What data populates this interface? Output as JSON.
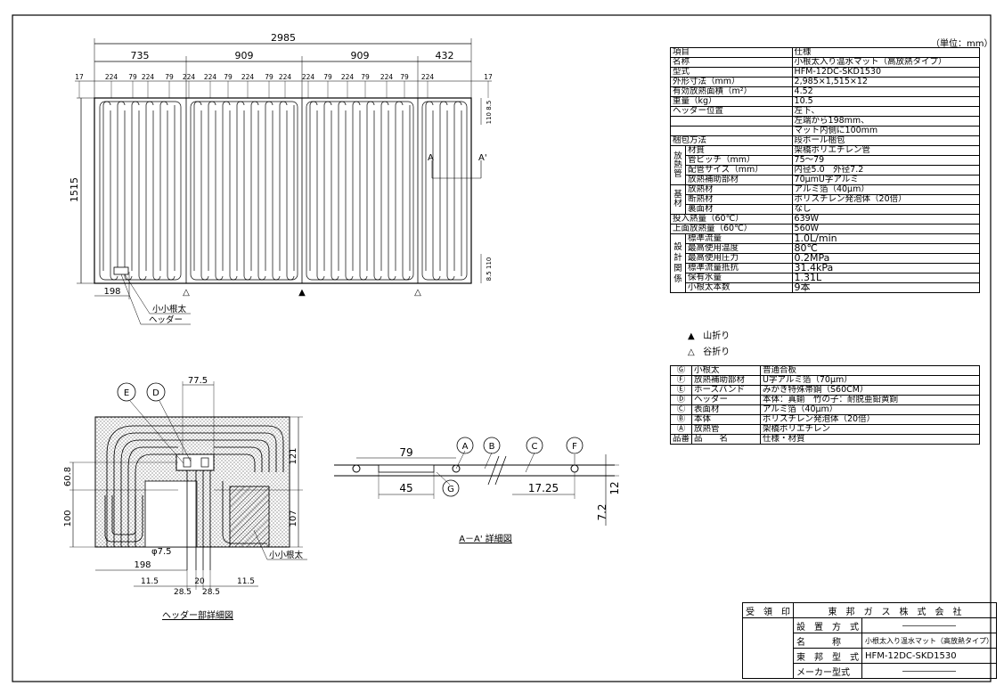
{
  "unit_label": "（単位：mm）",
  "plan": {
    "overall_width": "2985",
    "segments": [
      "735",
      "909",
      "909",
      "432"
    ],
    "pitch_labels": [
      "17",
      "224",
      "79",
      "224",
      "79",
      "224",
      "224",
      "79",
      "224",
      "79",
      "224",
      "224",
      "79",
      "224",
      "79",
      "224",
      "79",
      "224",
      "17"
    ],
    "height": "1515",
    "right_top": "110",
    "right_top2": "8.5",
    "right_bottom": "110",
    "right_bottom2": "8.5",
    "header_pos": "198",
    "section_A": "A",
    "section_A2": "A'",
    "callout_konetabuto": "小小根太",
    "callout_header": "ヘッダー"
  },
  "fold_legend": [
    {
      "mark": "▲",
      "label": "山折り"
    },
    {
      "mark": "△",
      "label": "谷折り"
    }
  ],
  "spec_table": {
    "header": [
      "項目",
      "仕様"
    ],
    "rows": [
      {
        "label": "名称",
        "value": "小根太入り温水マット（高放熱タイプ）"
      },
      {
        "label": "型式",
        "value": "HFM-12DC-SKD1530"
      },
      {
        "label": "外形寸法（mm）",
        "value": "2,985×1,515×12"
      },
      {
        "label": "有効放熱面積（m²）",
        "value": "4.52"
      },
      {
        "label": "重量（kg）",
        "value": "10.5"
      },
      {
        "label": "ヘッダー位置",
        "value": "左下、"
      },
      {
        "label": "",
        "value": "左端から198mm、"
      },
      {
        "label": "",
        "value": "マット内側に100mm"
      },
      {
        "label": "梱包方法",
        "value": "段ボール梱包"
      }
    ],
    "groups": [
      {
        "cat": "放熱管",
        "rows": [
          {
            "label": "材質",
            "value": "架橋ポリエチレン管"
          },
          {
            "label": "管ピッチ（mm）",
            "value": "75～79"
          },
          {
            "label": "配管サイズ（mm）",
            "value": "内径5.0　外径7.2"
          },
          {
            "label": "放熱補助部材",
            "value": "70μmU字アルミ"
          }
        ]
      },
      {
        "cat": "基材",
        "rows": [
          {
            "label": "放熱材",
            "value": "アルミ箔（40μm）"
          },
          {
            "label": "断熱材",
            "value": "ポリスチレン発泡体（20倍）"
          },
          {
            "label": "裏面材",
            "value": "なし"
          }
        ]
      }
    ],
    "heat_rows": [
      {
        "label": "投入熱量（60℃）",
        "value": "639W"
      },
      {
        "label": "上面放熱量（60℃）",
        "value": "560W"
      }
    ],
    "design": {
      "cat": "設計関係",
      "rows": [
        {
          "label": "標準流量",
          "value": "1.0L/min"
        },
        {
          "label": "最高使用温度",
          "value": "80℃"
        },
        {
          "label": "最高使用圧力",
          "value": "0.2MPa"
        },
        {
          "label": "標準流量抵抗",
          "value": "31.4kPa"
        },
        {
          "label": "保有水量",
          "value": "1.31L"
        },
        {
          "label": "小根太本数",
          "value": "9本"
        }
      ]
    }
  },
  "parts_table": {
    "rows": [
      {
        "mark": "Ⓖ",
        "name": "小根太",
        "spec": "普通合板"
      },
      {
        "mark": "Ⓕ",
        "name": "放熱補助部材",
        "spec": "U字アルミ箔（70μm）"
      },
      {
        "mark": "Ⓔ",
        "name": "ホースバンド",
        "spec": "みがき特殊帯鋼（S60CM）"
      },
      {
        "mark": "Ⓓ",
        "name": "ヘッダー",
        "spec": "本体：真鍮　竹の子：耐脱亜鉛黄銅"
      },
      {
        "mark": "Ⓒ",
        "name": "表面材",
        "spec": "アルミ箔（40μm）"
      },
      {
        "mark": "Ⓑ",
        "name": "本体",
        "spec": "ポリスチレン発泡体（20倍）"
      },
      {
        "mark": "Ⓐ",
        "name": "放熱管",
        "spec": "架橋ポリエチレン"
      }
    ],
    "footer": {
      "mark": "品番",
      "name": "品　　名",
      "spec": "仕様・材質"
    }
  },
  "header_detail": {
    "title": "ヘッダー部詳細図",
    "dim_top": "77.5",
    "label_E": "E",
    "label_D": "D",
    "dim_608": "60.8",
    "dim_100": "100",
    "dim_121": "121",
    "dim_107": "107",
    "dim_phi": "φ7.5",
    "dim_198": "198",
    "dim_115a": "11.5",
    "dim_285a": "28.5",
    "dim_20": "20",
    "dim_285b": "28.5",
    "dim_115b": "11.5",
    "callout": "小小根太"
  },
  "section_detail": {
    "title": "A－A' 詳細図",
    "dim_79": "79",
    "dim_45": "45",
    "dim_1725": "17.25",
    "dim_12": "12",
    "dim_72": "7.2",
    "labels": [
      "A",
      "B",
      "C",
      "F",
      "G"
    ]
  },
  "title_block": {
    "receipt": "受　領　印",
    "company": "東　邦　ガ　ス　株　式　会　社",
    "install": "設　置　方　式",
    "name_label": "名　　　称",
    "name_value": "小根太入り温水マット（高放熱タイプ）",
    "model_label": "東　邦　型　式",
    "model_value": "HFM-12DC-SKD1530",
    "maker_label": "メーカー型式"
  }
}
